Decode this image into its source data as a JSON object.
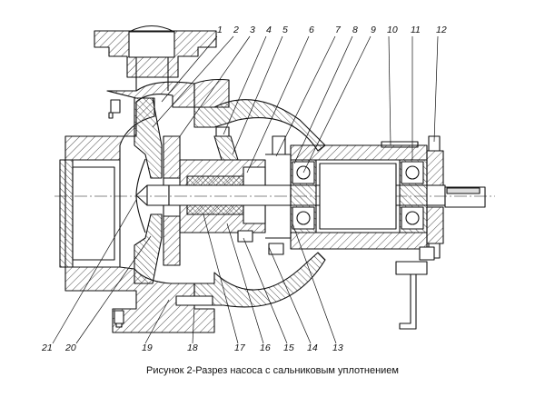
{
  "caption": "Рисунок 2-Разрез насоса с сальниковым уплотнением",
  "callouts_top": [
    "1",
    "2",
    "3",
    "4",
    "5",
    "6",
    "7",
    "8",
    "9",
    "10",
    "11",
    "12"
  ],
  "callouts_bottom": [
    "21",
    "20",
    "19",
    "18",
    "17",
    "16",
    "15",
    "14",
    "13"
  ]
}
